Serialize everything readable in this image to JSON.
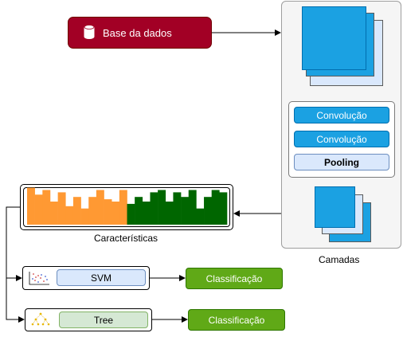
{
  "database": {
    "label": "Base da dados",
    "icon": "database-icon"
  },
  "layers_panel": {
    "label": "Camadas",
    "layers": [
      "Convolução",
      "Convolução",
      "Pooling"
    ]
  },
  "features": {
    "label": "Características",
    "bar_heights": [
      16,
      13,
      15,
      10,
      14,
      8,
      12,
      7,
      12,
      15,
      11,
      10,
      15,
      9,
      12,
      10,
      14,
      15,
      10,
      14,
      12,
      15,
      7,
      12,
      15,
      14
    ],
    "bar_colors": [
      "#ff9933",
      "#006600"
    ],
    "split_index": 13
  },
  "classifiers": [
    {
      "name": "SVM",
      "icon": "scatter-plot-icon",
      "result": "Classificação"
    },
    {
      "name": "Tree",
      "icon": "decision-tree-icon",
      "result": "Classificação"
    }
  ],
  "colors": {
    "database": "#a20025",
    "conv": "#1ba1e2",
    "pooling": "#dae8fc",
    "svm": "#dae8fc",
    "tree": "#d5e8d4",
    "result": "#60a917"
  }
}
